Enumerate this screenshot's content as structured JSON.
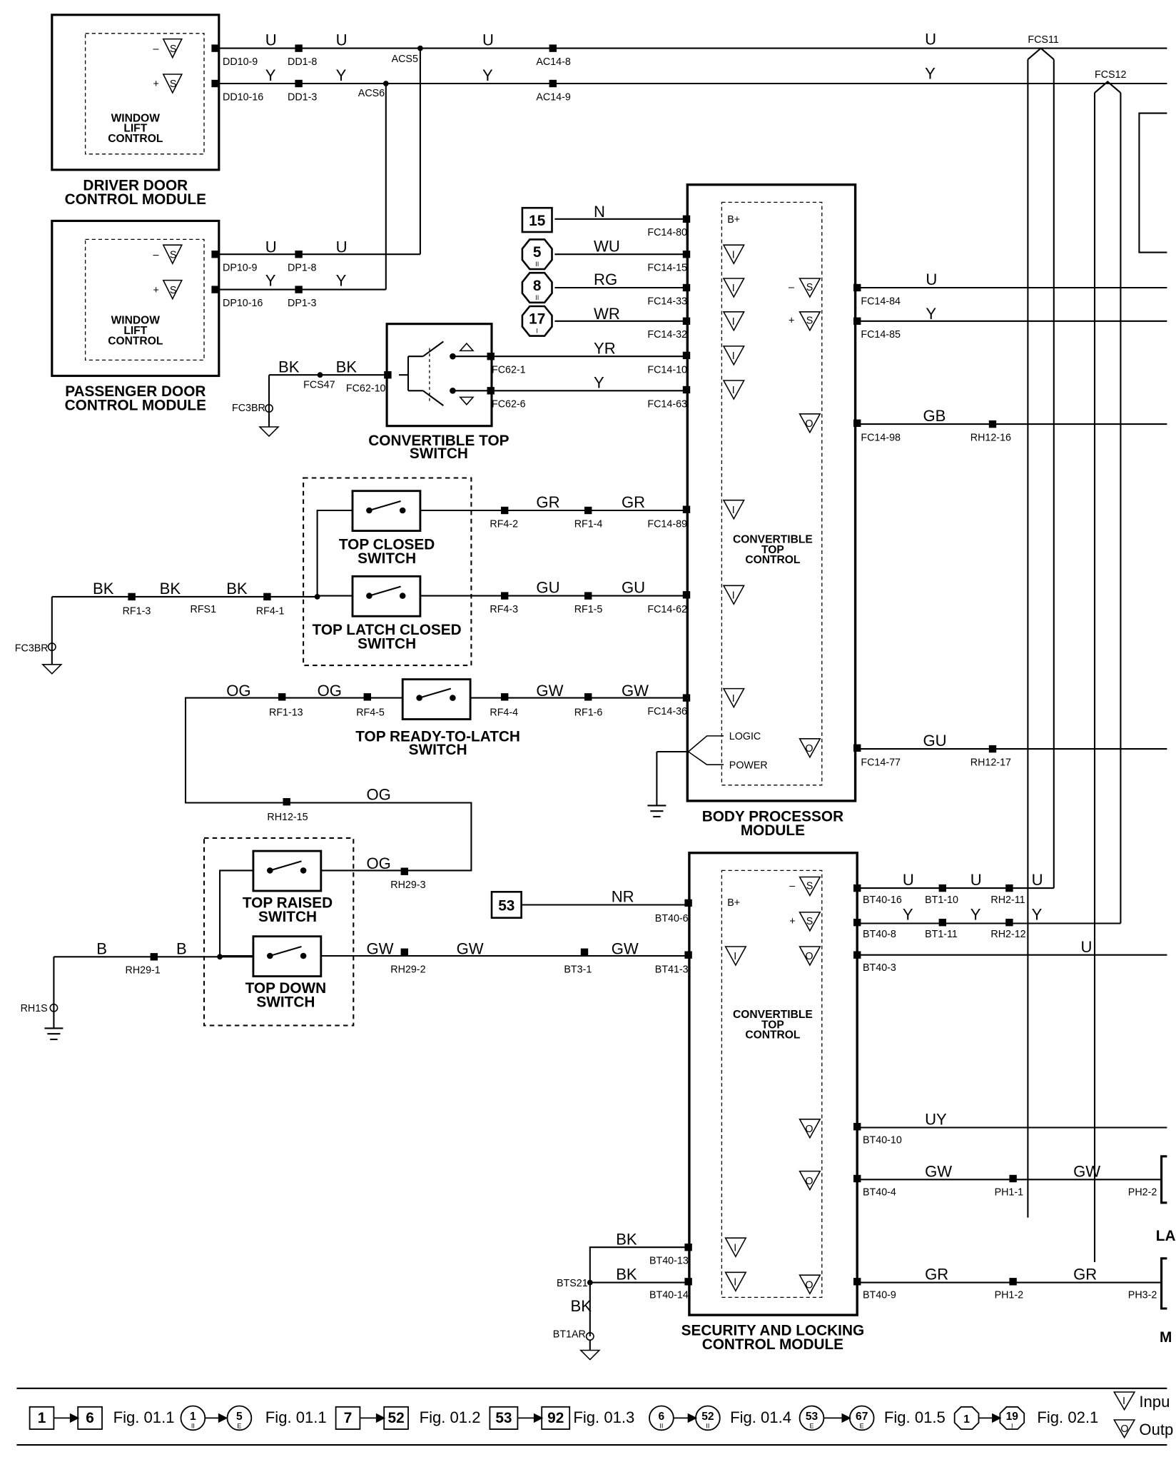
{
  "modules": {
    "driver_door": {
      "title": "DRIVER DOOR CONTROL MODULE",
      "title_lines": [
        "DRIVER DOOR",
        "CONTROL MODULE"
      ],
      "inner_lines": [
        "WINDOW",
        "LIFT",
        "CONTROL"
      ]
    },
    "passenger_door": {
      "title_lines": [
        "PASSENGER DOOR",
        "CONTROL MODULE"
      ],
      "inner_lines": [
        "WINDOW",
        "LIFT",
        "CONTROL"
      ]
    },
    "body_processor": {
      "title_lines": [
        "BODY PROCESSOR",
        "MODULE"
      ],
      "inner_lines": [
        "CONVERTIBLE",
        "TOP",
        "CONTROL"
      ],
      "logic": "LOGIC",
      "power": "POWER",
      "bplus": "B+"
    },
    "security_locking": {
      "title_lines": [
        "SECURITY AND LOCKING",
        "CONTROL MODULE"
      ],
      "inner_lines": [
        "CONVERTIBLE",
        "TOP",
        "CONTROL"
      ],
      "bplus": "B+"
    }
  },
  "switches": {
    "convertible_top": [
      "CONVERTIBLE TOP",
      "SWITCH"
    ],
    "top_closed": [
      "TOP CLOSED",
      "SWITCH"
    ],
    "top_latch_closed": [
      "TOP LATCH CLOSED",
      "SWITCH"
    ],
    "top_ready_to_latch": [
      "TOP READY-TO-LATCH",
      "SWITCH"
    ],
    "top_raised": [
      "TOP RAISED",
      "SWITCH"
    ],
    "top_down": [
      "TOP DOWN",
      "SWITCH"
    ]
  },
  "symbols": {
    "s": "S",
    "i": "I",
    "o": "O",
    "minus": "–",
    "plus": "+"
  },
  "splices": [
    "ACS5",
    "ACS6",
    "FCS11",
    "FCS12",
    "FCS47",
    "RFS1",
    "BTS21"
  ],
  "grounds": [
    "FC3BR",
    "FC3BR",
    "RH1S",
    "BT1AR"
  ],
  "power_refs": [
    "15",
    "5",
    "8",
    "17",
    "53"
  ],
  "power_ref_marks": [
    "II",
    "II",
    "I"
  ],
  "connectors": {
    "dd": [
      "DD10-9",
      "DD1-8",
      "DD10-16",
      "DD1-3"
    ],
    "dp": [
      "DP10-9",
      "DP1-8",
      "DP10-16",
      "DP1-3"
    ],
    "ac": [
      "AC14-8",
      "AC14-9"
    ],
    "fc": [
      "FC14-80",
      "FC14-15",
      "FC14-33",
      "FC14-32",
      "FC14-10",
      "FC14-63",
      "FC14-84",
      "FC14-85",
      "FC14-98",
      "FC14-89",
      "FC14-62",
      "FC14-36",
      "FC14-77",
      "FC62-1",
      "FC62-6",
      "FC62-10"
    ],
    "rf": [
      "RF4-2",
      "RF1-4",
      "RF4-3",
      "RF1-5",
      "RF1-3",
      "RF4-1",
      "RF1-13",
      "RF4-5",
      "RF4-4",
      "RF1-6"
    ],
    "rh": [
      "RH12-16",
      "RH12-17",
      "RH12-15",
      "RH29-3",
      "RH29-1",
      "RH29-2",
      "RH2-11",
      "RH2-12"
    ],
    "bt": [
      "BT40-16",
      "BT40-8",
      "BT40-3",
      "BT40-6",
      "BT41-3",
      "BT3-1",
      "BT1-10",
      "BT1-11",
      "BT40-10",
      "BT40-4",
      "BT40-13",
      "BT40-14",
      "BT40-9"
    ],
    "ph": [
      "PH1-1",
      "PH2-2",
      "PH1-2",
      "PH3-2"
    ]
  },
  "wire_colors": {
    "u": "U",
    "y": "Y",
    "n": "N",
    "wu": "WU",
    "rg": "RG",
    "wr": "WR",
    "yr": "YR",
    "gb": "GB",
    "gr": "GR",
    "gu": "GU",
    "bk": "BK",
    "og": "OG",
    "gw": "GW",
    "b": "B",
    "nr": "NR",
    "uy": "UY"
  },
  "edge_fragments": [
    "LA",
    "M"
  ],
  "legend": {
    "items": [
      {
        "from": "1",
        "to": "6",
        "fig": "Fig. 01.1"
      },
      {
        "from": "1",
        "from_mark": "II",
        "to": "5",
        "to_mark": "E",
        "fig": "Fig. 01.1"
      },
      {
        "from": "7",
        "to": "52",
        "fig": "Fig. 01.2"
      },
      {
        "from": "53",
        "to": "92",
        "fig": "Fig. 01.3"
      },
      {
        "from": "6",
        "from_mark": "II",
        "to": "52",
        "to_mark": "II",
        "fig": "Fig. 01.4"
      },
      {
        "from": "53",
        "from_mark": "E",
        "to": "67",
        "to_mark": "E",
        "fig": "Fig. 01.5"
      },
      {
        "from": "1",
        "to": "19",
        "to_mark": "I",
        "fig": "Fig. 02.1"
      }
    ],
    "input": "Inpu",
    "output": "Outp"
  }
}
